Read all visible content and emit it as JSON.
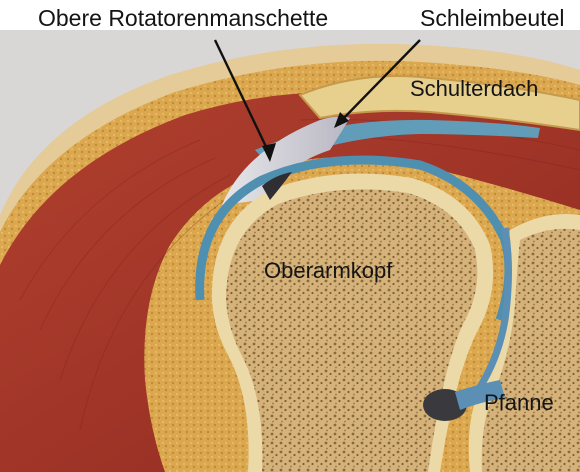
{
  "labels": {
    "rotator_cuff": "Obere Rotatorenmanschette",
    "bursa": "Schleimbeutel",
    "acromion": "Schulterdach",
    "humeral_head": "Oberarmkopf",
    "socket": "Pfanne"
  },
  "colors": {
    "background": "#ffffff",
    "label_text": "#141414",
    "arrow": "#111111",
    "muscle": "#a8372a",
    "fat": "#d9a24e",
    "bone_cortex": "#ecd9a8",
    "bone_spongy": "#caa46a",
    "cartilage": "#4f7fa0",
    "bursa": "#5aa8c8"
  }
}
